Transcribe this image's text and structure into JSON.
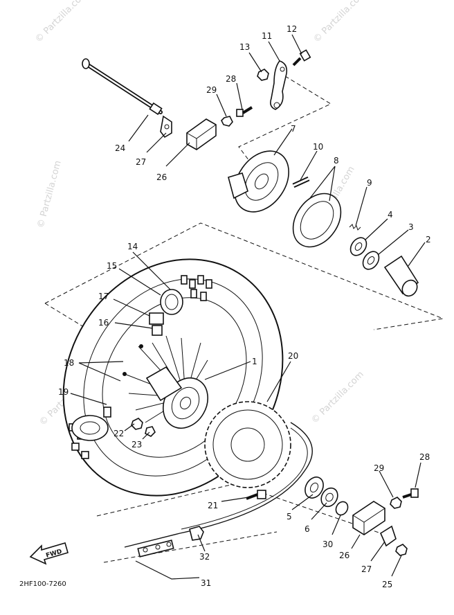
{
  "watermark": {
    "text": "© Partzilla.com"
  },
  "callouts": {
    "c1": "1",
    "c2": "2",
    "c3": "3",
    "c4": "4",
    "c5": "5",
    "c6": "6",
    "c7": "7",
    "c8": "8",
    "c9": "9",
    "c10": "10",
    "c11": "11",
    "c12": "12",
    "c13": "13",
    "c14": "14",
    "c15": "15",
    "c16": "16",
    "c17": "17",
    "c18": "18",
    "c19": "19",
    "c20": "20",
    "c21": "21",
    "c22": "22",
    "c23": "23",
    "c24": "24",
    "c25": "25",
    "c26a": "26",
    "c26b": "26",
    "c27a": "27",
    "c27b": "27",
    "c28a": "28",
    "c28b": "28",
    "c29a": "29",
    "c29b": "29",
    "c30": "30",
    "c31": "31",
    "c32": "32"
  },
  "fwd_label": "FWD",
  "diagram_code": "2HF100-7260"
}
